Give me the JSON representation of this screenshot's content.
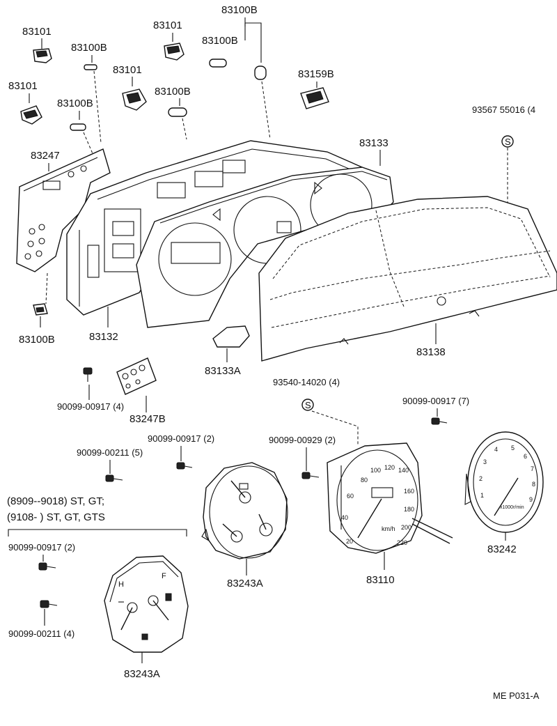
{
  "labels": {
    "p83100b_top": "83100B",
    "p83101_a": "83101",
    "p83101_b": "83101",
    "p83101_c": "83101",
    "p83101_d": "83101",
    "p83100b_a": "83100B",
    "p83100b_b": "83100B",
    "p83100b_c": "83100B",
    "p83100b_d": "83100B",
    "p83100b_bottom": "83100B",
    "p83159b": "83159B",
    "p93567": "93567 55016 (4",
    "p83247": "83247",
    "p83133": "83133",
    "p83132": "83132",
    "p83133a": "83133A",
    "p83138": "83138",
    "p90099_00917_4": "90099-00917 (4)",
    "p83247b": "83247B",
    "p93540": "93540-14020 (4)",
    "p90099_00917_7": "90099-00917 (7)",
    "p90099_00917_2": "90099-00917 (2)",
    "p90099_00211_5": "90099-00211 (5)",
    "p90099_00929_2": "90099-00929 (2)",
    "p90099_00917_2b": "90099-00917 (2)",
    "p90099_00211_4": "90099-00211 (4)",
    "p83243a_right": "83243A",
    "p83110": "83110",
    "p83242": "83242",
    "p83243a_bottom": "83243A",
    "s_symbol_1": "S",
    "s_symbol_2": "S"
  },
  "notes": {
    "line1": "(8909--9018) ST, GT;",
    "line2": "(9108-          ) ST, GT, GTS"
  },
  "dials": {
    "speedo_unit": "km/h",
    "speedo_ticks": [
      "20",
      "40",
      "60",
      "80",
      "100",
      "120",
      "140",
      "160",
      "180",
      "200",
      "220"
    ],
    "tacho_unit": "x1000r/min",
    "tacho_ticks": [
      "1",
      "2",
      "3",
      "4",
      "5",
      "6",
      "7",
      "8",
      "9"
    ],
    "temp_high": "H",
    "fuel_full": "F"
  },
  "footer": {
    "code": "ME  P031-A"
  }
}
